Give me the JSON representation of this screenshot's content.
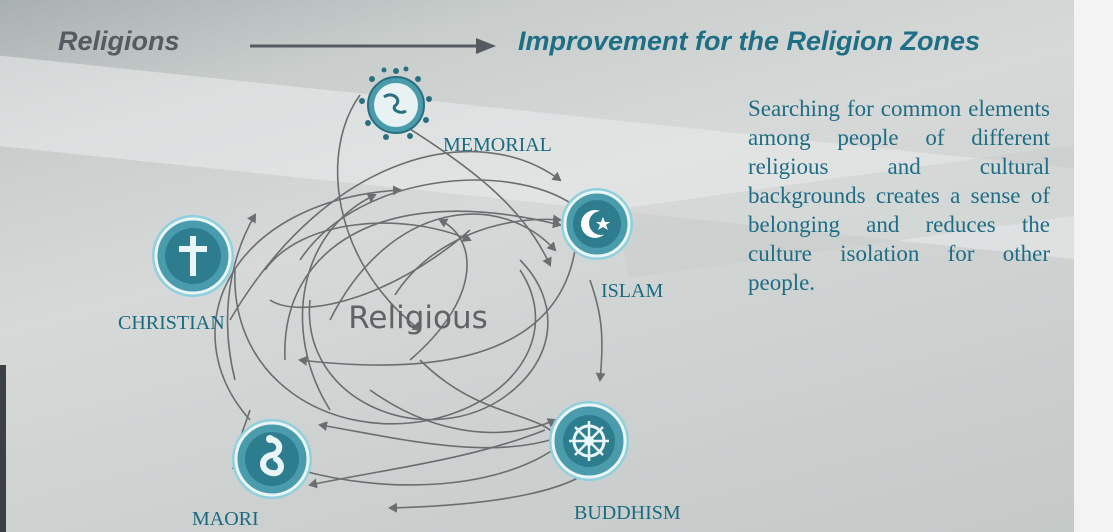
{
  "header": {
    "left_title": "Religions",
    "right_title": "Improvement  for the Religion Zones"
  },
  "body_text": "Searching for common elements among people of different religious and cultural backgrounds creates a sense of belonging and reduces the culture isolation for other people.",
  "diagram": {
    "center_label": "Religious",
    "nodes": [
      {
        "label": "MEMORIAL",
        "icon": "globe-people-icon"
      },
      {
        "label": "ISLAM",
        "icon": "crescent-star-icon"
      },
      {
        "label": "BUDDHISM",
        "icon": "dharma-wheel-icon"
      },
      {
        "label": "MAORI",
        "icon": "maori-twist-icon"
      },
      {
        "label": "CHRISTIAN",
        "icon": "cross-icon"
      }
    ]
  },
  "colors": {
    "teal": "#1e6f85",
    "icon_fill": "#4a9cac",
    "icon_ring": "#8fd0dc",
    "arrow_gray": "#6b6e70"
  }
}
